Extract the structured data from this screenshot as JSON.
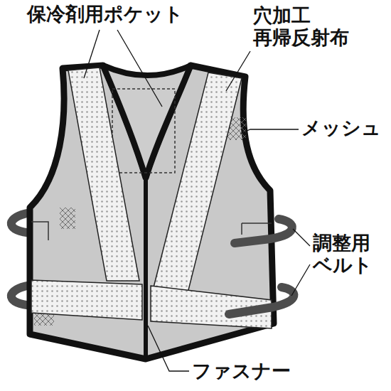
{
  "diagram": {
    "labels": [
      "保冷剤用ポケット",
      "穴加工 再帰反射布",
      "メッシュ",
      "調整用 ベルト",
      "ファスナー"
    ]
  }
}
